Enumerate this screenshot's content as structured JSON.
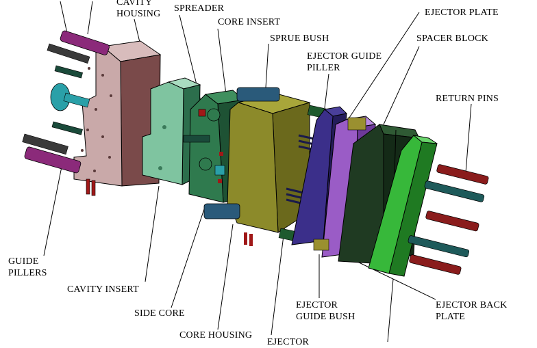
{
  "labels": {
    "cavity_housing": [
      "CAVITY",
      "HOUSING"
    ],
    "spreader": "SPREADER",
    "core_insert": "CORE INSERT",
    "sprue_bush": "SPRUE BUSH",
    "ejector_plate": "EJECTOR PLATE",
    "ejector_guide_piller": [
      "EJECTOR GUIDE",
      "PILLER"
    ],
    "spacer_block": "SPACER BLOCK",
    "return_pins": "RETURN PINS",
    "guide_pillers": [
      "GUIDE",
      "PILLERS"
    ],
    "cavity_insert": "CAVITY INSERT",
    "side_core": "SIDE CORE",
    "core_housing": "CORE HOUSING",
    "ejector_cut": "EJECTOR",
    "ejector_guide_bush": [
      "EJECTOR",
      "GUIDE BUSH"
    ],
    "ejector_back_plate": [
      "EJECTOR BACK",
      "PLATE"
    ]
  },
  "colors": {
    "cavity_housing": "#c9a9a9",
    "cavity_insert": "#7fc4a0",
    "core_insert": "#2f7a4e",
    "core_housing": "#8c8a2a",
    "ejector_guide_piller": "#3b2f8a",
    "ejector_plate": "#9a5cc6",
    "spacer_block": "#1f3a22",
    "ejector_back_plate": "#37b83a",
    "guide_pin": "#8b2a7a",
    "return_pin": "#8a1c1c",
    "bolt": "#3a4a48",
    "sprue": "#2a5a7a",
    "spreader": "#2aa0a8"
  }
}
